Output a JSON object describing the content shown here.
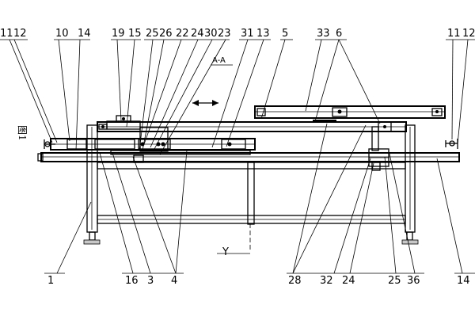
{
  "figure": {
    "fig_label": "图1",
    "section_label": "A-A",
    "axis_label": "Y"
  },
  "labels": {
    "l11a": "11",
    "l12a": "12",
    "l10": "10",
    "l14a": "14",
    "l19": "19",
    "l15": "15",
    "l25a": "25",
    "l26": "26",
    "l22": "22",
    "l24a": "24",
    "l30": "30",
    "l23": "23",
    "l31": "31",
    "l13": "13",
    "l5": "5",
    "l33": "33",
    "l6": "6",
    "l11b": "11",
    "l12b": "12",
    "l1": "1",
    "l16": "16",
    "l3": "3",
    "l4": "4",
    "l28": "28",
    "l32": "32",
    "l24b": "24",
    "l25b": "25",
    "l36": "36",
    "l14b": "14"
  }
}
